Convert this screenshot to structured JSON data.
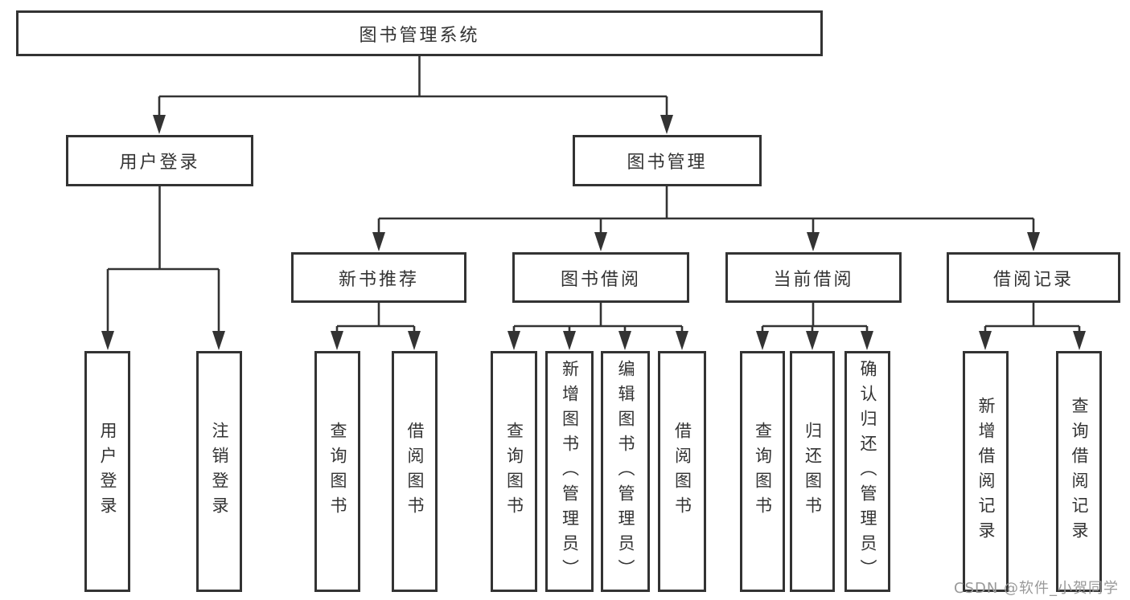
{
  "diagram": {
    "root": "图书管理系统",
    "user_login": {
      "label": "用户登录",
      "children": [
        "用户登录",
        "注销登录"
      ]
    },
    "book_mgmt": {
      "label": "图书管理",
      "modules": [
        {
          "label": "新书推荐",
          "children": [
            "查询图书",
            "借阅图书"
          ]
        },
        {
          "label": "图书借阅",
          "children": [
            "查询图书",
            "新增图书（管理员）",
            "编辑图书（管理员）",
            "借阅图书"
          ]
        },
        {
          "label": "当前借阅",
          "children": [
            "查询图书",
            "归还图书",
            "确认归还（管理员）"
          ]
        },
        {
          "label": "借阅记录",
          "children": [
            "新增借阅记录",
            "查询借阅记录"
          ]
        }
      ]
    }
  },
  "watermark": "CSDN @软件_小贺同学",
  "colors": {
    "line": "#333333",
    "box_fill": "#ffffff",
    "text": "#333333",
    "watermark": "#999999"
  }
}
